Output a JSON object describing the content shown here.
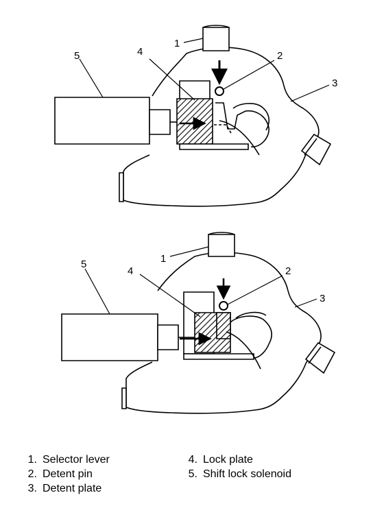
{
  "callouts": {
    "n1": "1",
    "n2": "2",
    "n3": "3",
    "n4": "4",
    "n5": "5"
  },
  "legend": [
    {
      "num": "1.",
      "text": "Selector lever"
    },
    {
      "num": "2.",
      "text": "Detent pin"
    },
    {
      "num": "3.",
      "text": "Detent plate"
    },
    {
      "num": "4.",
      "text": "Lock plate"
    },
    {
      "num": "5.",
      "text": "Shift lock solenoid"
    }
  ]
}
